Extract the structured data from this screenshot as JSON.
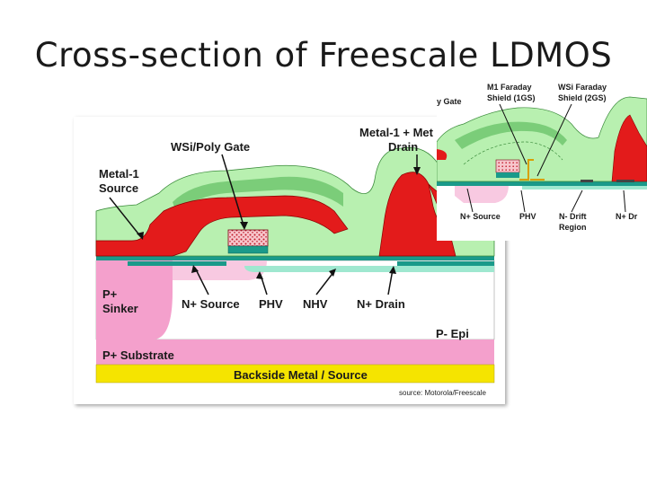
{
  "title": "Cross-section of Freescale LDMOS",
  "main": {
    "labels": {
      "wsi_poly_gate": "WSi/Poly Gate",
      "metal1_drain_l1": "Metal-1 + Met",
      "metal1_drain_l2": "Drain",
      "metal1_source_l1": "Metal-1",
      "metal1_source_l2": "Source",
      "p_sinker_l1": "P+",
      "p_sinker_l2": "Sinker",
      "n_source": "N+ Source",
      "phv": "PHV",
      "nhv": "NHV",
      "n_drain": "N+ Drain",
      "p_epi": "P- Epi",
      "p_substrate": "P+ Substrate",
      "backside": "Backside Metal / Source"
    },
    "source_credit": "source: Motorola/Freescale"
  },
  "inset": {
    "labels": {
      "gate": "y Gate",
      "m1_shield_l1": "M1 Faraday",
      "m1_shield_l2": "Shield (1GS)",
      "wsi_shield_l1": "WSi Faraday",
      "wsi_shield_l2": "Shield (2GS)",
      "n_source": "N+ Source",
      "phv": "PHV",
      "n_drift_l1": "N- Drift",
      "n_drift_l2": "Region",
      "n_drain": "N+ Dr"
    }
  },
  "colors": {
    "metal_red": "#e31b1b",
    "oxide_green": "#b8f0b0",
    "dark_green": "#6cc46c",
    "p_region": "#f4a0cc",
    "p_epi_pink": "#f8c9e1",
    "n_region_cyan": "#9fe8d0",
    "teal": "#1a9a8a",
    "backside_yellow": "#f5e400",
    "gate_pink": "#f08aa0"
  }
}
